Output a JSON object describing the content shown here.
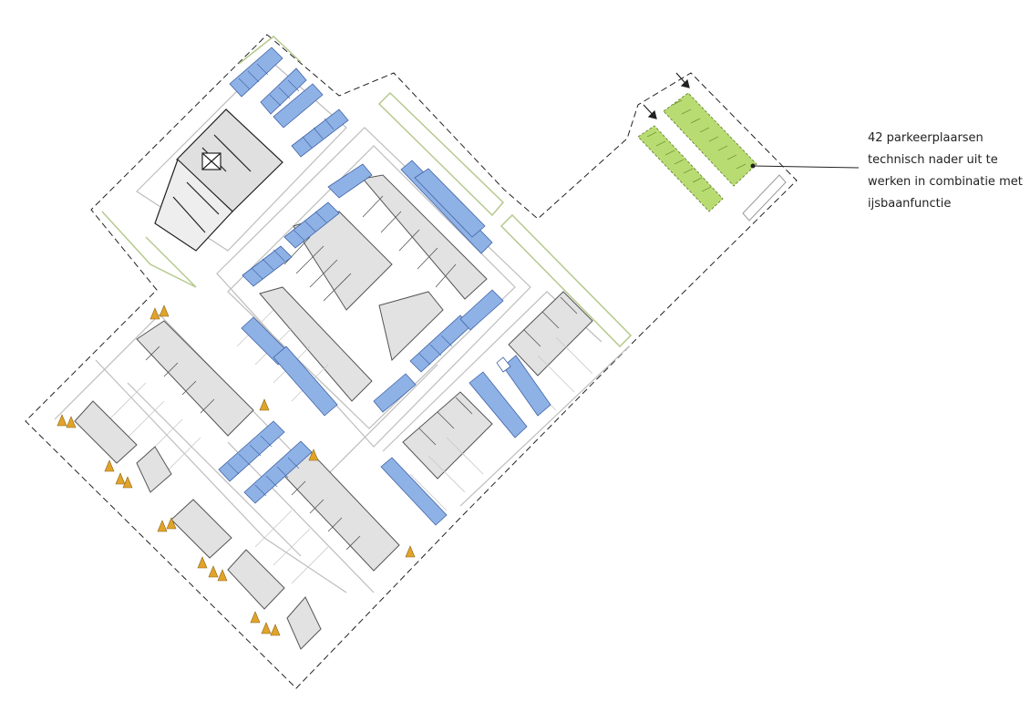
{
  "annotation": {
    "lines": [
      "42 parkeerplaarsen",
      "technisch nader uit te",
      "werken in combinatie met",
      "ijsbaanfunctie"
    ]
  },
  "colors": {
    "parking_existing": "#8fb2e6",
    "parking_new": "#b8dc72",
    "buildings": "#e0e0e0",
    "landscape": "#b6c98e",
    "trees": "#e2a32a",
    "boundary": "#222222"
  },
  "legend_marks": {
    "icons": [
      "site-boundary-line",
      "parking-bay",
      "building-block",
      "tree-icon",
      "arrow-icon"
    ]
  }
}
